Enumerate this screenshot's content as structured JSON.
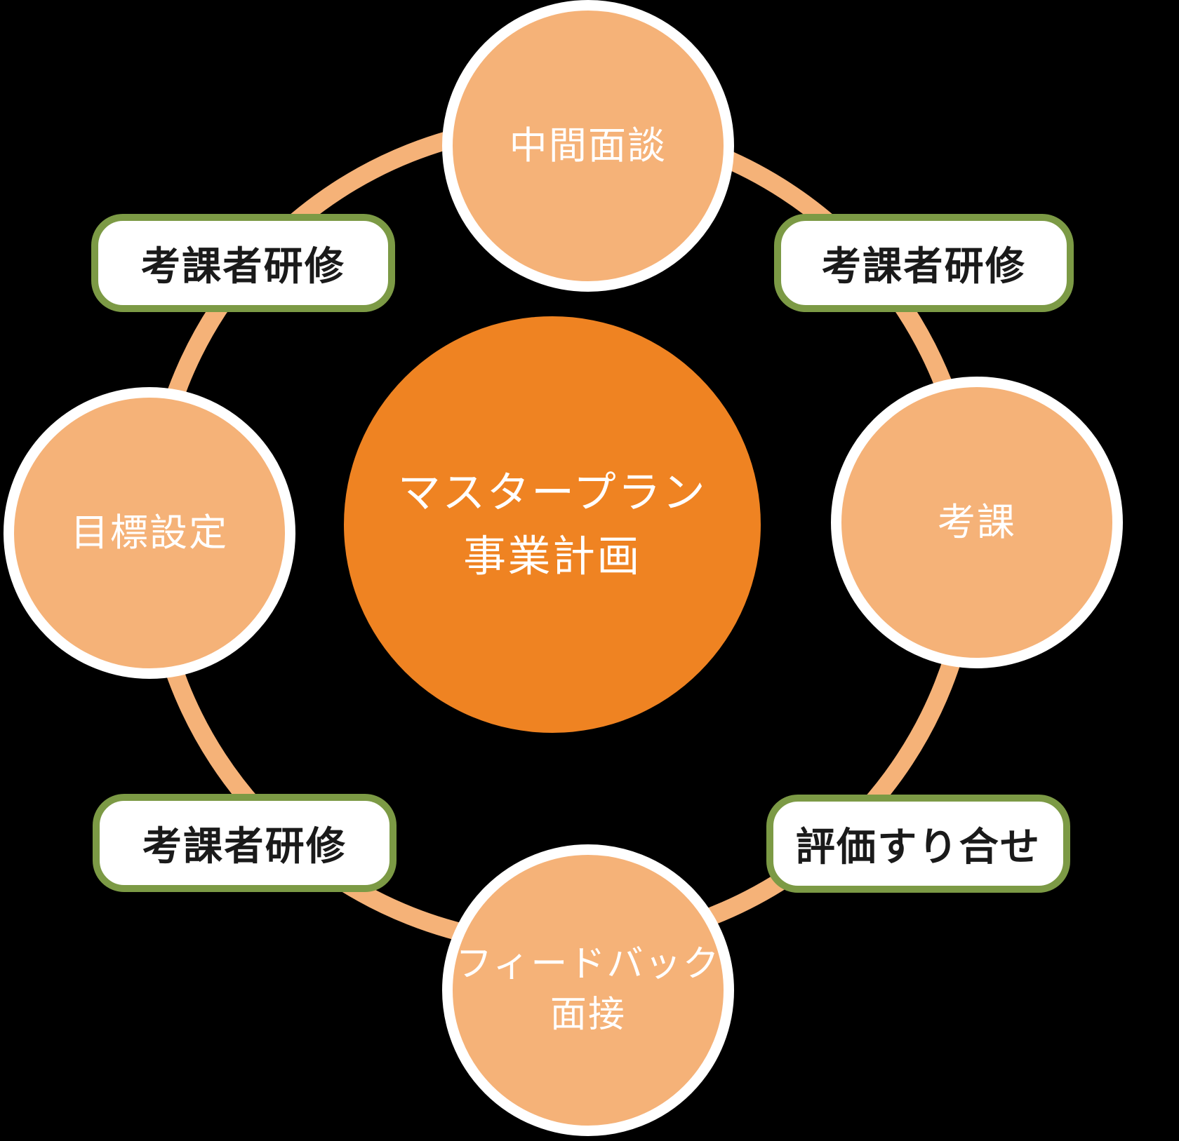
{
  "colors": {
    "background": "#000000",
    "center_fill": "#EF8322",
    "satellite_fill": "#F5B278",
    "ring_stroke": "#F5B278",
    "pill_border": "#7C9A45",
    "pill_fill": "#FFFFFF",
    "pill_text": "#1A1A1A",
    "circle_text": "#FFFFFF"
  },
  "diagram": {
    "type": "cycle",
    "center": {
      "line1": "マスタープラン",
      "line2": "事業計画"
    },
    "satellites": [
      {
        "position": "top",
        "label": "中間面談"
      },
      {
        "position": "right",
        "label": "考課"
      },
      {
        "position": "bottom",
        "line1": "フィードバック",
        "line2": "面接"
      },
      {
        "position": "left",
        "label": "目標設定"
      }
    ],
    "pills": [
      {
        "position": "top-left",
        "label": "考課者研修"
      },
      {
        "position": "top-right",
        "label": "考課者研修"
      },
      {
        "position": "bottom-left",
        "label": "考課者研修"
      },
      {
        "position": "bottom-right",
        "label": "評価すり合せ"
      }
    ]
  }
}
